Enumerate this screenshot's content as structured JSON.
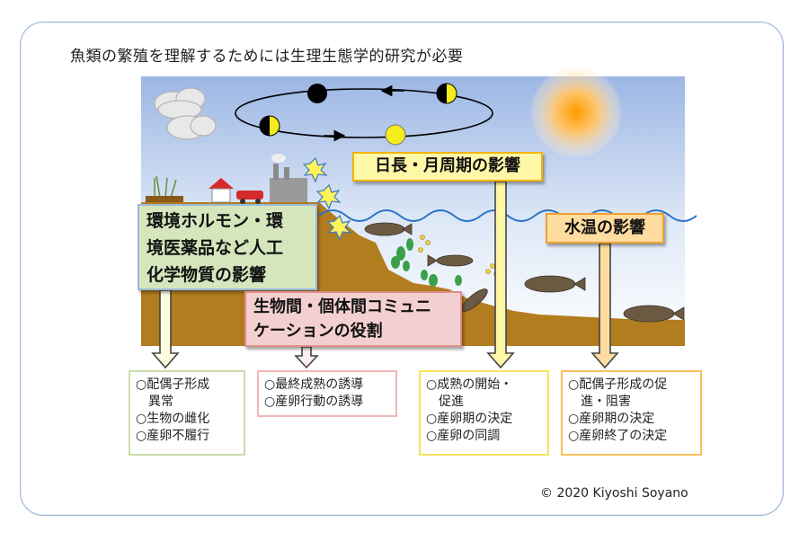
{
  "title": "魚類の繁殖を理解するためには生理生態学的研究が必要",
  "factors": {
    "environment": [
      "環境ホルモン・環",
      "境医薬品など人工",
      "化学物質の影響"
    ],
    "communication": [
      "生物間・個体間コミュニ",
      "ケーションの役割"
    ],
    "day_moon": "日長・月周期の影響",
    "temperature": "水温の影響"
  },
  "effects": {
    "environment": [
      "○配偶子形成",
      "　異常",
      "○生物の雌化",
      "○産卵不履行"
    ],
    "communication": [
      "○最終成熟の誘導",
      "○産卵行動の誘導"
    ],
    "day_moon": [
      "○成熟の開始・",
      "　促進",
      "○産卵期の決定",
      "○産卵の同調"
    ],
    "temperature": [
      "○配偶子形成の促",
      "　進・阻害",
      "○産卵期の決定",
      "○産卵終了の決定"
    ]
  },
  "copyright": "© 2020 Kiyoshi Soyano",
  "colors": {
    "sky_top": "#9fb8e6",
    "seabed": "#b27d1e",
    "sun": "#ffb03a",
    "moon_lit": "#f6ec1c",
    "env_fill": "#d5e6bd",
    "comm_fill": "#f4cfcf",
    "day_fill": "#fff7a8",
    "temp_fill": "#ffdca0"
  }
}
